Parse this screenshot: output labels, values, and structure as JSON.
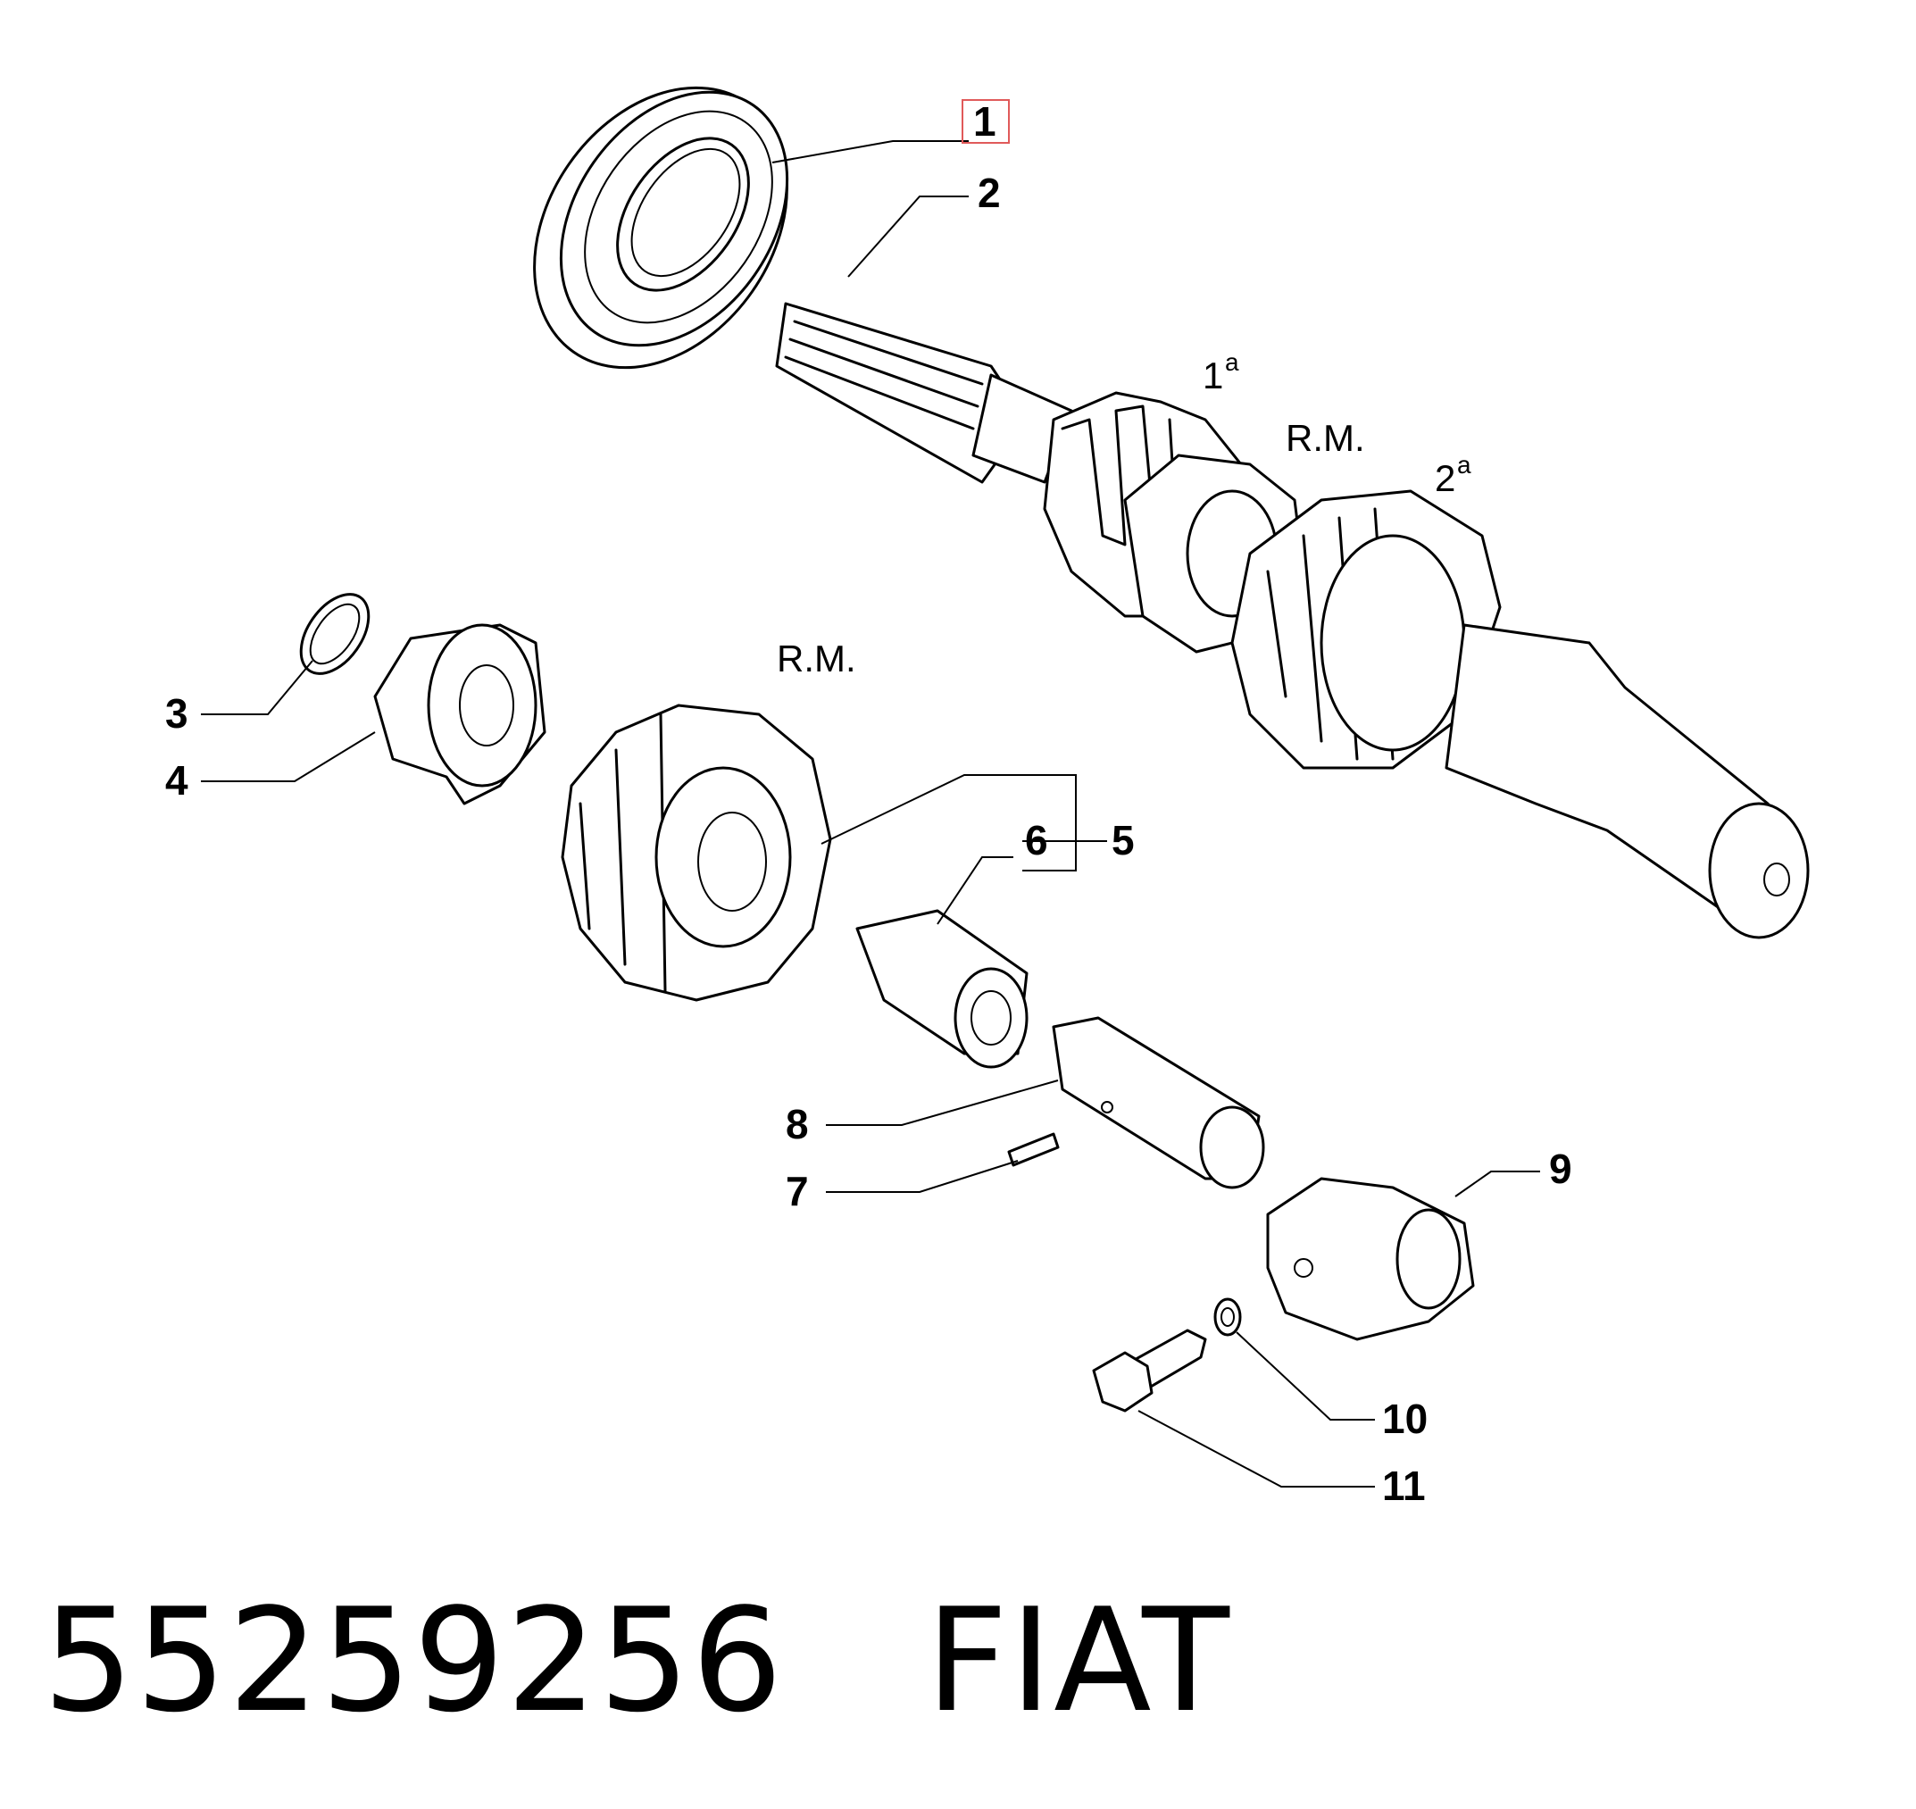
{
  "callouts": {
    "c1": "1",
    "c2": "2",
    "c3": "3",
    "c4": "4",
    "c5": "5",
    "c6": "6",
    "c7": "7",
    "c8": "8",
    "c9": "9",
    "c10": "10",
    "c11": "11"
  },
  "gear_marks": {
    "first": "1",
    "first_sup": "a",
    "rm_shaft": "R.M.",
    "second": "2",
    "second_sup": "a",
    "rm_gear": "R.M."
  },
  "footer": {
    "part_number": "55259256   FIAT"
  },
  "colors": {
    "line": "#000000",
    "highlight": "#e05a5a",
    "background": "#ffffff"
  }
}
